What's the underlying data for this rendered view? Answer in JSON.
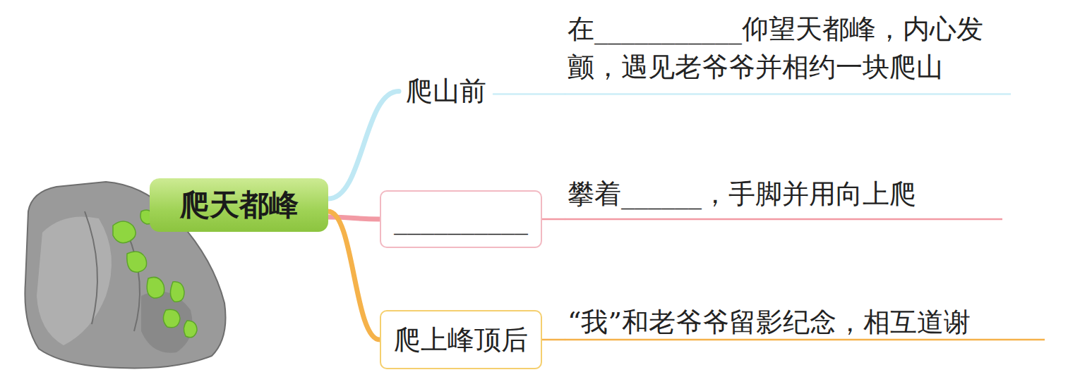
{
  "diagram": {
    "nodes": [
      {
        "text": [
          "爬天都峰"
        ]
      },
      {
        "text": [
          "爬山前"
        ]
      },
      {
        "text": [
          "__________"
        ]
      },
      {
        "text": [
          "爬上峰顶后"
        ]
      },
      {
        "text": [
          "在___________仰望天都峰，内心发颤，遇见老爷爷并相约一块爬山"
        ]
      },
      {
        "text": [
          "攀着______，手脚并用向上爬"
        ]
      },
      {
        "text": [
          "“我”和老爷爷留影纪念，相互道谢"
        ]
      }
    ],
    "edges": [
      {
        "from": 0,
        "to": 1,
        "arrow": "none"
      },
      {
        "from": 0,
        "to": 2,
        "arrow": "none"
      },
      {
        "from": 0,
        "to": 3,
        "arrow": "none"
      },
      {
        "from": 1,
        "to": 4,
        "arrow": "none"
      },
      {
        "from": 2,
        "to": 5,
        "arrow": "none"
      },
      {
        "from": 3,
        "to": 6,
        "arrow": "none"
      }
    ]
  }
}
